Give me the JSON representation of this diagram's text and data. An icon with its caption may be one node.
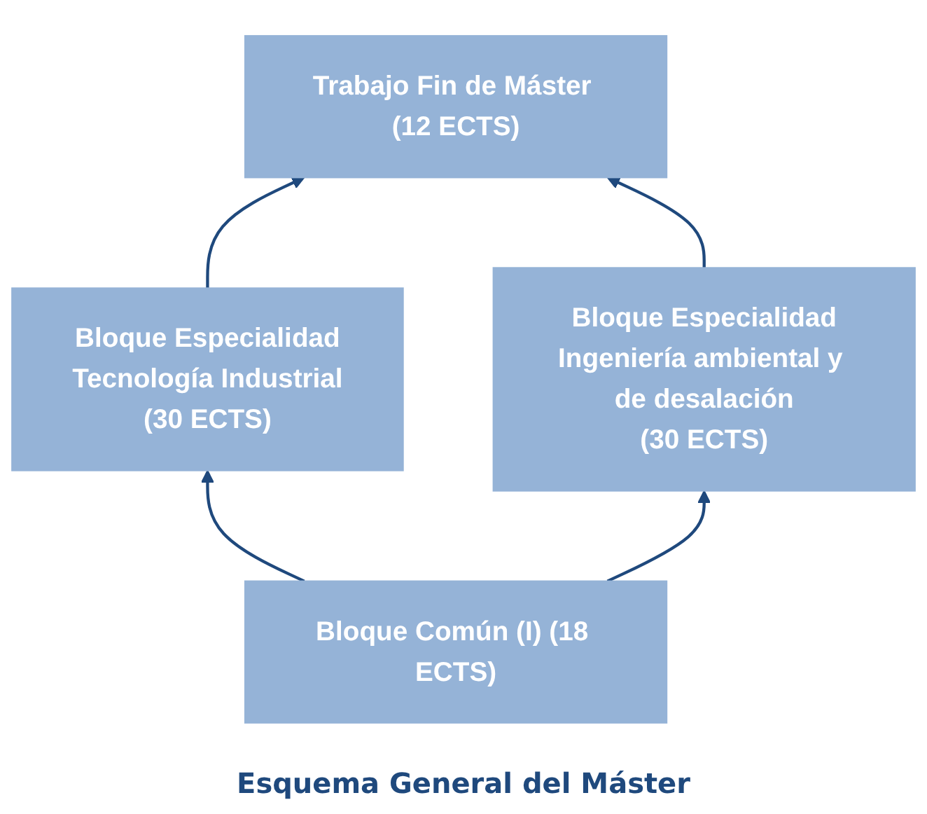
{
  "diagram": {
    "caption": "Esquema General del Máster",
    "nodes": [
      {
        "text": [
          "Trabajo Fin de Máster (12 ECTS)"
        ]
      },
      {
        "text": [
          "Bloque Especialidad",
          "Tecnología Industrial",
          "(30 ECTS)"
        ]
      },
      {
        "text": [
          "Bloque Especialidad",
          "Ingeniería ambiental y de desalación",
          "(30 ECTS)"
        ]
      },
      {
        "text": [
          "Bloque Común (I) (18 ECTS)"
        ]
      }
    ],
    "edges": [
      {
        "from": 3,
        "to": 1,
        "arrow": "to"
      },
      {
        "from": 3,
        "to": 2,
        "arrow": "to"
      },
      {
        "from": 1,
        "to": 0,
        "arrow": "to"
      },
      {
        "from": 2,
        "to": 0,
        "arrow": "to"
      }
    ]
  }
}
